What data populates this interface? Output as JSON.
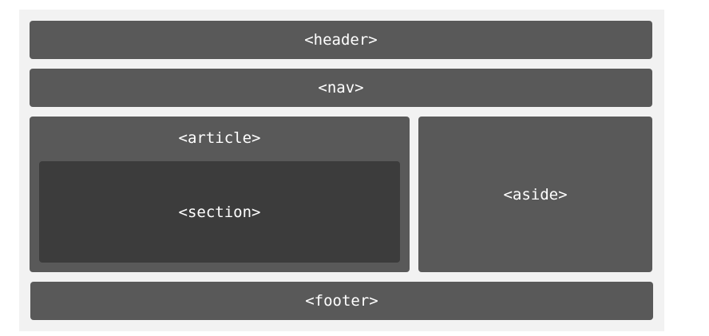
{
  "colors": {
    "background": "#f2f2f2",
    "block": "#595959",
    "section": "#3c3c3c",
    "text": "#ffffff"
  },
  "diagram": {
    "header": "<header>",
    "nav": "<nav>",
    "article": "<article>",
    "section": "<section>",
    "aside": "<aside>",
    "footer": "<footer>"
  }
}
